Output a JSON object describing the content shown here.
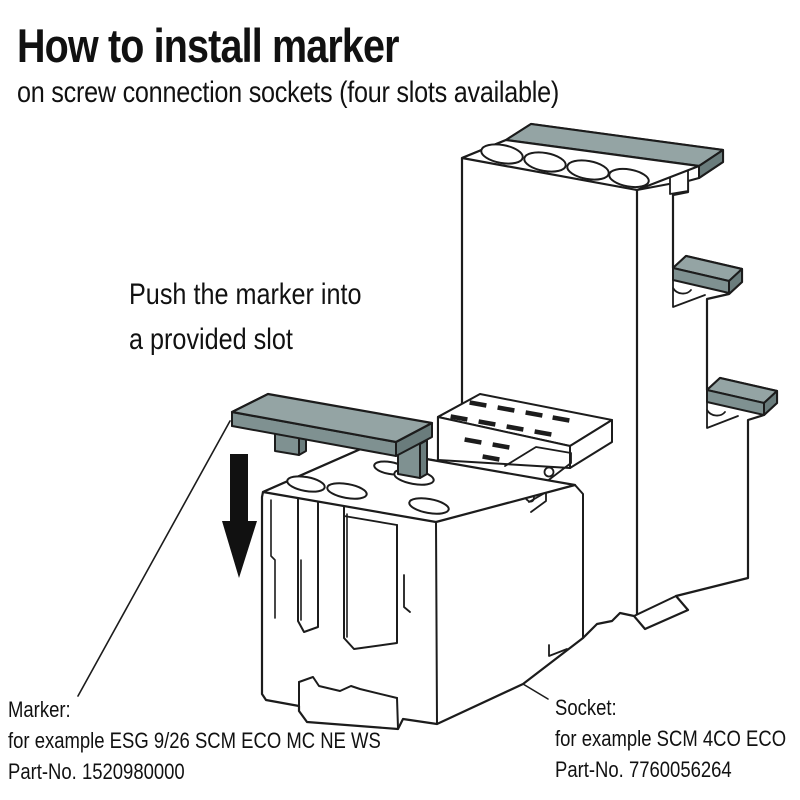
{
  "header": {
    "title": "How to install marker",
    "subtitle": "on screw connection sockets (four slots available)"
  },
  "instruction": {
    "line1": "Push the marker into",
    "line2": "a provided slot"
  },
  "callouts": {
    "marker": {
      "label": "Marker:",
      "example": "for example ESG 9/26 SCM ECO MC NE WS",
      "part": "Part-No. 1520980000"
    },
    "socket": {
      "label": "Socket:",
      "example": "for example SCM 4CO ECO",
      "part": "Part-No. 7760056264"
    }
  },
  "diagram": {
    "colors": {
      "line": "#1c1c1c",
      "marker_top": "#94a4a4",
      "marker_front": "#7f9191",
      "marker_dark": "#6a7c7c",
      "arrow": "#111111",
      "background": "#ffffff"
    }
  }
}
